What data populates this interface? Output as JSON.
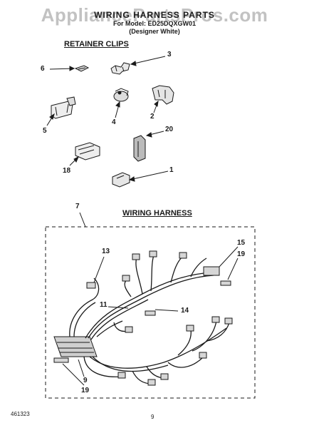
{
  "watermark": "AppliancePartsPros.com",
  "header": {
    "title": "WIRING HARNESS PARTS",
    "model_line": "For Model: ED25DQXGW01",
    "finish_line": "(Designer White)"
  },
  "sections": {
    "retainer_clips": "RETAINER CLIPS",
    "wiring_harness": "WIRING HARNESS"
  },
  "callouts": [
    "6",
    "3",
    "5",
    "4",
    "2",
    "20",
    "18",
    "1",
    "7",
    "13",
    "15",
    "19",
    "11",
    "14",
    "9",
    "19"
  ],
  "footer": {
    "doc_number": "461323",
    "page_number": "9"
  },
  "colors": {
    "line": "#1a1a1a",
    "watermark": "#8a8a8a"
  }
}
